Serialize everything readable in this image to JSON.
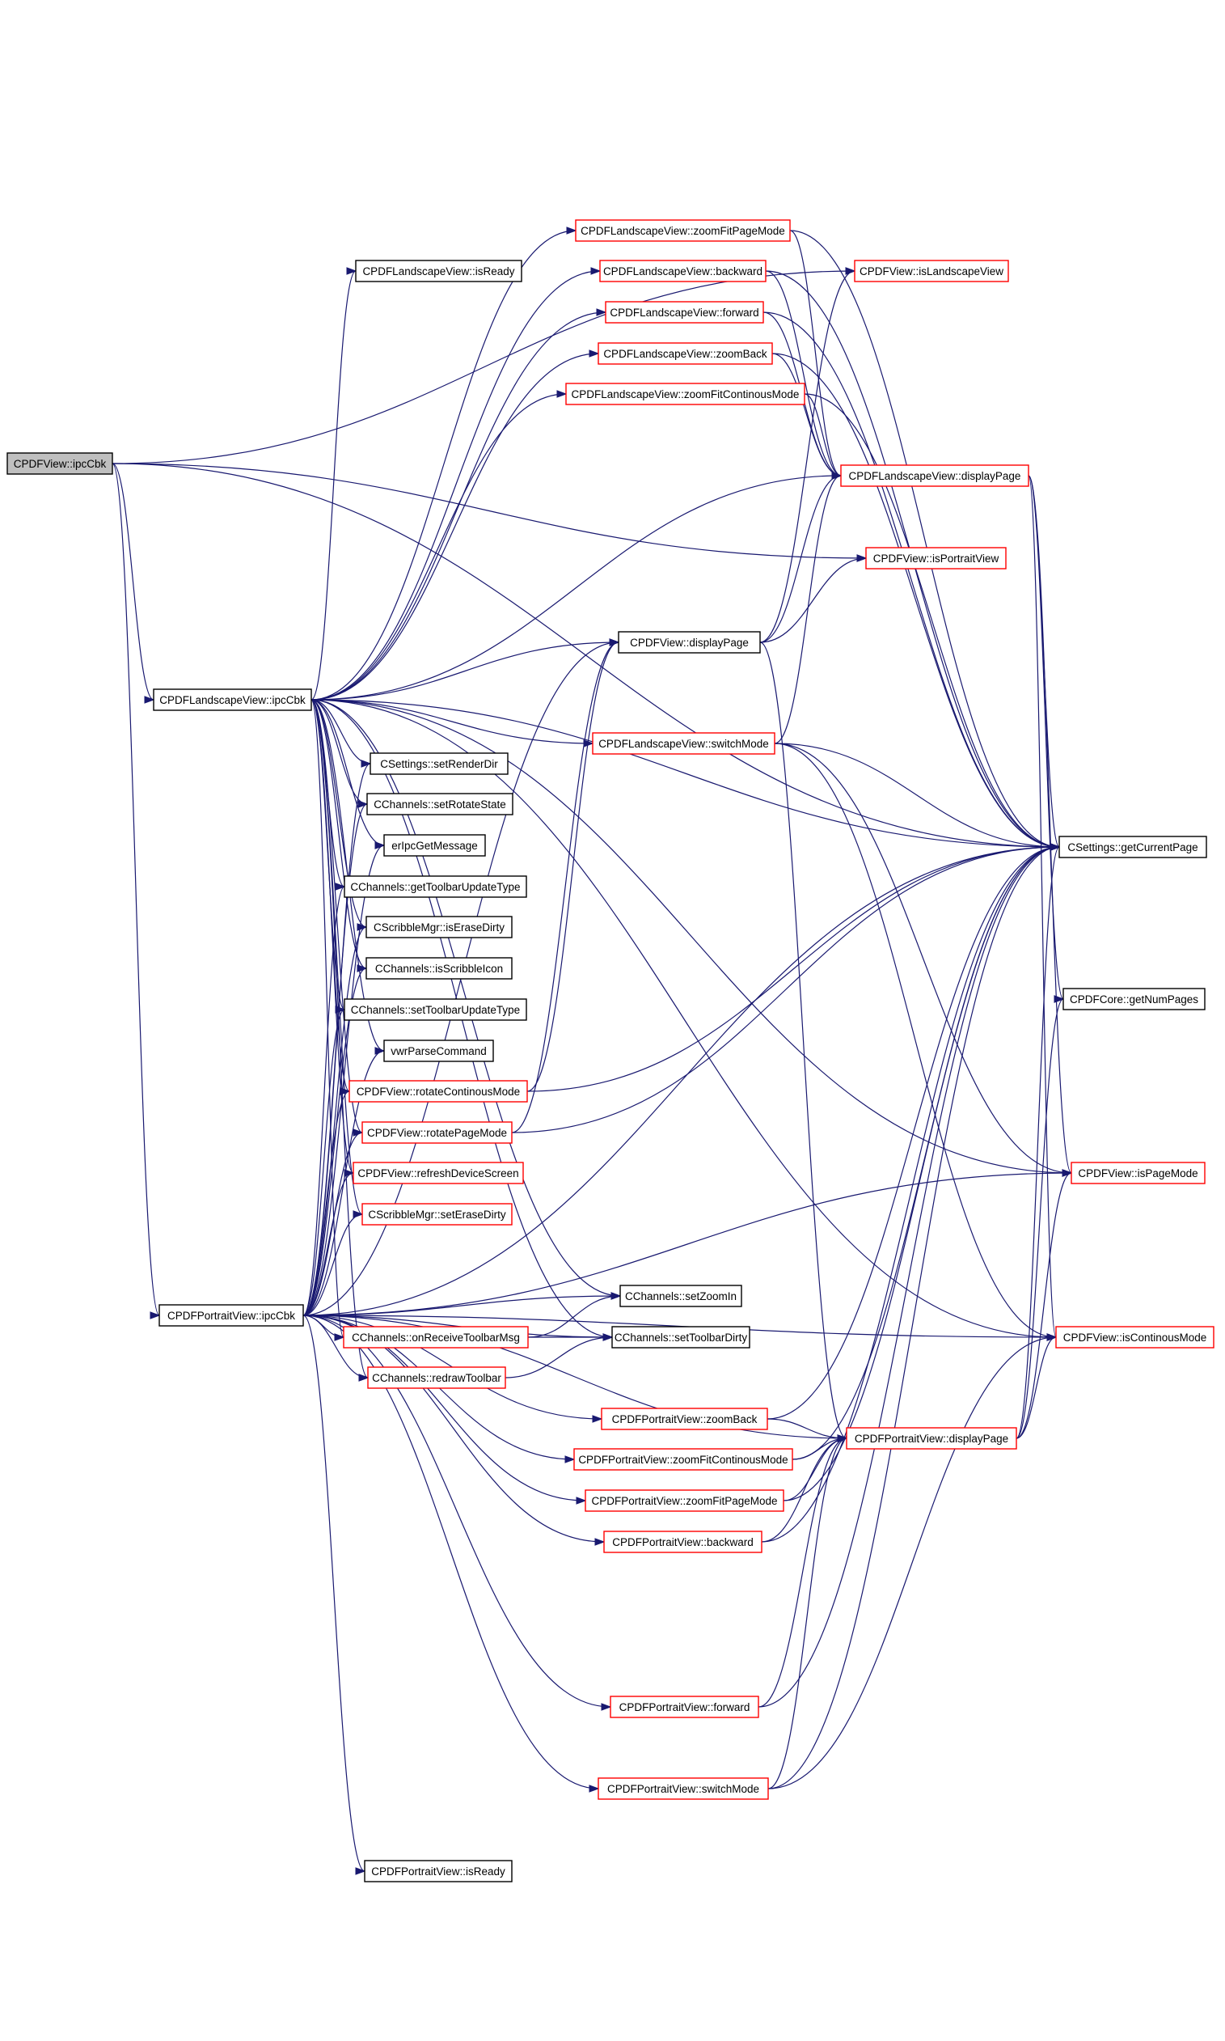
{
  "graph": {
    "colors": {
      "edge": "#191970",
      "node_border_default": "#000000",
      "node_border_link": "#ff0000",
      "node_fill_root": "#bfbfbf",
      "node_fill": "#ffffff"
    },
    "nodes": [
      {
        "id": "root",
        "label": "CPDFView::ipcCbk",
        "style": "root"
      },
      {
        "id": "lipc",
        "label": "CPDFLandscapeView::ipcCbk",
        "style": "plain"
      },
      {
        "id": "pipc",
        "label": "CPDFPortraitView::ipcCbk",
        "style": "plain"
      },
      {
        "id": "lzfpm",
        "label": "CPDFLandscapeView::zoomFitPageMode",
        "style": "link"
      },
      {
        "id": "lisready",
        "label": "CPDFLandscapeView::isReady",
        "style": "plain"
      },
      {
        "id": "lback",
        "label": "CPDFLandscapeView::backward",
        "style": "link"
      },
      {
        "id": "lfwd",
        "label": "CPDFLandscapeView::forward",
        "style": "link"
      },
      {
        "id": "lzback",
        "label": "CPDFLandscapeView::zoomBack",
        "style": "link"
      },
      {
        "id": "lzfcm",
        "label": "CPDFLandscapeView::zoomFitContinousMode",
        "style": "link"
      },
      {
        "id": "island",
        "label": "CPDFView::isLandscapeView",
        "style": "link"
      },
      {
        "id": "ldisp",
        "label": "CPDFLandscapeView::displayPage",
        "style": "link"
      },
      {
        "id": "isport",
        "label": "CPDFView::isPortraitView",
        "style": "link"
      },
      {
        "id": "vdisp",
        "label": "CPDFView::displayPage",
        "style": "plain"
      },
      {
        "id": "lswitch",
        "label": "CPDFLandscapeView::switchMode",
        "style": "link"
      },
      {
        "id": "setrender",
        "label": "CSettings::setRenderDir",
        "style": "plain"
      },
      {
        "id": "setrot",
        "label": "CChannels::setRotateState",
        "style": "plain"
      },
      {
        "id": "ergetmsg",
        "label": "erIpcGetMessage",
        "style": "plain"
      },
      {
        "id": "gettbtype",
        "label": "CChannels::getToolbarUpdateType",
        "style": "plain"
      },
      {
        "id": "iserase",
        "label": "CScribbleMgr::isEraseDirty",
        "style": "plain"
      },
      {
        "id": "isscrib",
        "label": "CChannels::isScribbleIcon",
        "style": "plain"
      },
      {
        "id": "settbtype",
        "label": "CChannels::setToolbarUpdateType",
        "style": "plain"
      },
      {
        "id": "vwrparse",
        "label": "vwrParseCommand",
        "style": "plain"
      },
      {
        "id": "rotcont",
        "label": "CPDFView::rotateContinousMode",
        "style": "link"
      },
      {
        "id": "rotpage",
        "label": "CPDFView::rotatePageMode",
        "style": "link"
      },
      {
        "id": "refresh",
        "label": "CPDFView::refreshDeviceScreen",
        "style": "link"
      },
      {
        "id": "seterase",
        "label": "CScribbleMgr::setEraseDirty",
        "style": "link"
      },
      {
        "id": "getcur",
        "label": "CSettings::getCurrentPage",
        "style": "plain"
      },
      {
        "id": "getnum",
        "label": "CPDFCore::getNumPages",
        "style": "plain"
      },
      {
        "id": "ispage",
        "label": "CPDFView::isPageMode",
        "style": "link"
      },
      {
        "id": "iscont",
        "label": "CPDFView::isContinousMode",
        "style": "link"
      },
      {
        "id": "setzoomin",
        "label": "CChannels::setZoomIn",
        "style": "plain"
      },
      {
        "id": "settbdirty",
        "label": "CChannels::setToolbarDirty",
        "style": "plain"
      },
      {
        "id": "onrecv",
        "label": "CChannels::onReceiveToolbarMsg",
        "style": "link"
      },
      {
        "id": "redraw",
        "label": "CChannels::redrawToolbar",
        "style": "link"
      },
      {
        "id": "pzback",
        "label": "CPDFPortraitView::zoomBack",
        "style": "link"
      },
      {
        "id": "pzfcm",
        "label": "CPDFPortraitView::zoomFitContinousMode",
        "style": "link"
      },
      {
        "id": "pzfpm",
        "label": "CPDFPortraitView::zoomFitPageMode",
        "style": "link"
      },
      {
        "id": "pback",
        "label": "CPDFPortraitView::backward",
        "style": "link"
      },
      {
        "id": "pdisp",
        "label": "CPDFPortraitView::displayPage",
        "style": "link"
      },
      {
        "id": "pfwd",
        "label": "CPDFPortraitView::forward",
        "style": "link"
      },
      {
        "id": "pswitch",
        "label": "CPDFPortraitView::switchMode",
        "style": "link"
      },
      {
        "id": "pisready",
        "label": "CPDFPortraitView::isReady",
        "style": "plain"
      }
    ],
    "edges": [
      [
        "root",
        "lipc"
      ],
      [
        "root",
        "pipc"
      ],
      [
        "root",
        "island"
      ],
      [
        "root",
        "isport"
      ],
      [
        "root",
        "getcur"
      ],
      [
        "lipc",
        "lzfpm"
      ],
      [
        "lipc",
        "lisready"
      ],
      [
        "lipc",
        "lback"
      ],
      [
        "lipc",
        "lfwd"
      ],
      [
        "lipc",
        "lzback"
      ],
      [
        "lipc",
        "lzfcm"
      ],
      [
        "lipc",
        "ldisp"
      ],
      [
        "lipc",
        "vdisp"
      ],
      [
        "lipc",
        "lswitch"
      ],
      [
        "lipc",
        "setrender"
      ],
      [
        "lipc",
        "setrot"
      ],
      [
        "lipc",
        "ergetmsg"
      ],
      [
        "lipc",
        "gettbtype"
      ],
      [
        "lipc",
        "iserase"
      ],
      [
        "lipc",
        "isscrib"
      ],
      [
        "lipc",
        "settbtype"
      ],
      [
        "lipc",
        "vwrparse"
      ],
      [
        "lipc",
        "rotcont"
      ],
      [
        "lipc",
        "rotpage"
      ],
      [
        "lipc",
        "refresh"
      ],
      [
        "lipc",
        "seterase"
      ],
      [
        "lipc",
        "getcur"
      ],
      [
        "lipc",
        "ispage"
      ],
      [
        "lipc",
        "iscont"
      ],
      [
        "lipc",
        "setzoomin"
      ],
      [
        "lipc",
        "settbdirty"
      ],
      [
        "lipc",
        "onrecv"
      ],
      [
        "lipc",
        "redraw"
      ],
      [
        "lzfpm",
        "ldisp"
      ],
      [
        "lzfpm",
        "getcur"
      ],
      [
        "lback",
        "ldisp"
      ],
      [
        "lback",
        "getcur"
      ],
      [
        "lfwd",
        "ldisp"
      ],
      [
        "lfwd",
        "getcur"
      ],
      [
        "lzback",
        "ldisp"
      ],
      [
        "lzback",
        "getcur"
      ],
      [
        "lzfcm",
        "ldisp"
      ],
      [
        "lzfcm",
        "getcur"
      ],
      [
        "ldisp",
        "getcur"
      ],
      [
        "ldisp",
        "getnum"
      ],
      [
        "ldisp",
        "ispage"
      ],
      [
        "ldisp",
        "iscont"
      ],
      [
        "vdisp",
        "island"
      ],
      [
        "vdisp",
        "ldisp"
      ],
      [
        "vdisp",
        "isport"
      ],
      [
        "vdisp",
        "pdisp"
      ],
      [
        "lswitch",
        "ldisp"
      ],
      [
        "lswitch",
        "getcur"
      ],
      [
        "lswitch",
        "ispage"
      ],
      [
        "lswitch",
        "iscont"
      ],
      [
        "rotcont",
        "vdisp"
      ],
      [
        "rotcont",
        "getcur"
      ],
      [
        "rotpage",
        "vdisp"
      ],
      [
        "rotpage",
        "getcur"
      ],
      [
        "onrecv",
        "setzoomin"
      ],
      [
        "onrecv",
        "settbdirty"
      ],
      [
        "redraw",
        "settbdirty"
      ],
      [
        "pipc",
        "setrender"
      ],
      [
        "pipc",
        "setrot"
      ],
      [
        "pipc",
        "ergetmsg"
      ],
      [
        "pipc",
        "gettbtype"
      ],
      [
        "pipc",
        "iserase"
      ],
      [
        "pipc",
        "isscrib"
      ],
      [
        "pipc",
        "settbtype"
      ],
      [
        "pipc",
        "vwrparse"
      ],
      [
        "pipc",
        "rotcont"
      ],
      [
        "pipc",
        "rotpage"
      ],
      [
        "pipc",
        "refresh"
      ],
      [
        "pipc",
        "seterase"
      ],
      [
        "pipc",
        "vdisp"
      ],
      [
        "pipc",
        "setzoomin"
      ],
      [
        "pipc",
        "settbdirty"
      ],
      [
        "pipc",
        "onrecv"
      ],
      [
        "pipc",
        "redraw"
      ],
      [
        "pipc",
        "pzback"
      ],
      [
        "pipc",
        "pzfcm"
      ],
      [
        "pipc",
        "pzfpm"
      ],
      [
        "pipc",
        "pback"
      ],
      [
        "pipc",
        "pdisp"
      ],
      [
        "pipc",
        "pfwd"
      ],
      [
        "pipc",
        "pswitch"
      ],
      [
        "pipc",
        "pisready"
      ],
      [
        "pipc",
        "getcur"
      ],
      [
        "pipc",
        "ispage"
      ],
      [
        "pipc",
        "iscont"
      ],
      [
        "pzback",
        "pdisp"
      ],
      [
        "pzback",
        "getcur"
      ],
      [
        "pzfcm",
        "pdisp"
      ],
      [
        "pzfcm",
        "getcur"
      ],
      [
        "pzfpm",
        "pdisp"
      ],
      [
        "pzfpm",
        "getcur"
      ],
      [
        "pback",
        "pdisp"
      ],
      [
        "pback",
        "getcur"
      ],
      [
        "pfwd",
        "pdisp"
      ],
      [
        "pfwd",
        "getcur"
      ],
      [
        "pdisp",
        "getcur"
      ],
      [
        "pdisp",
        "getnum"
      ],
      [
        "pdisp",
        "ispage"
      ],
      [
        "pdisp",
        "iscont"
      ],
      [
        "pswitch",
        "pdisp"
      ],
      [
        "pswitch",
        "getcur"
      ],
      [
        "pswitch",
        "iscont"
      ]
    ]
  }
}
